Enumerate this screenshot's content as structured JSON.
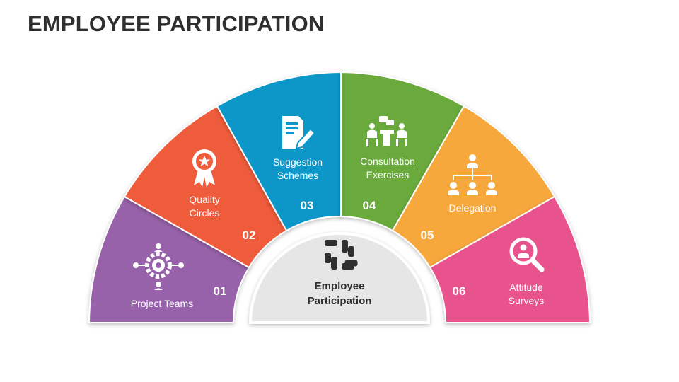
{
  "title": "EMPLOYEE PARTICIPATION",
  "center": {
    "line1": "Employee",
    "line2": "Participation",
    "icon": "hands-circle-icon"
  },
  "segments": [
    {
      "number": "01",
      "line1": "Project Teams",
      "line2": "",
      "icon": "team-gear-icon",
      "color": "#9762A9"
    },
    {
      "number": "02",
      "line1": "Quality",
      "line2": "Circles",
      "icon": "award-ribbon-icon",
      "color": "#EF5B3B"
    },
    {
      "number": "03",
      "line1": "Suggestion",
      "line2": "Schemes",
      "icon": "document-pen-icon",
      "color": "#0E97C9"
    },
    {
      "number": "04",
      "line1": "Consultation",
      "line2": "Exercises",
      "icon": "meeting-icon",
      "color": "#6BAA3D"
    },
    {
      "number": "05",
      "line1": "Delegation",
      "line2": "",
      "icon": "org-chart-icon",
      "color": "#F7A83E"
    },
    {
      "number": "06",
      "line1": "Attitude",
      "line2": "Surveys",
      "icon": "search-person-icon",
      "color": "#E8538E"
    }
  ]
}
